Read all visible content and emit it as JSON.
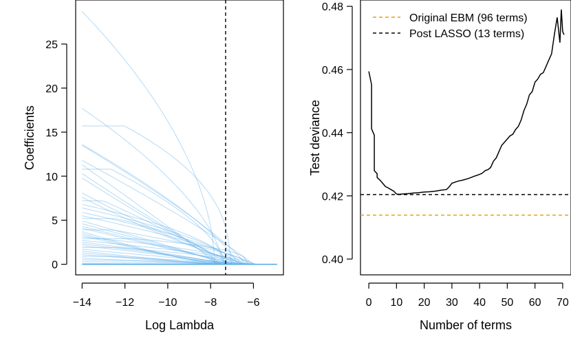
{
  "chart_data": [
    {
      "type": "line",
      "xlabel": "Log Lambda",
      "ylabel": "Coefficients",
      "xlim": [
        -14.3,
        -4.6
      ],
      "ylim": [
        -1.2,
        30
      ],
      "xticks": [
        -14,
        -12,
        -10,
        -8,
        -6
      ],
      "xtick_labels": [
        "−14",
        "−12",
        "−10",
        "−8",
        "−6"
      ],
      "yticks": [
        0,
        5,
        10,
        15,
        20,
        25
      ],
      "ytick_labels": [
        "0",
        "5",
        "10",
        "15",
        "20",
        "25"
      ],
      "vline_x": -7.3,
      "series_color": "#5aaee8",
      "x_range": [
        -14,
        -4.9
      ],
      "paths_start_values": [
        28.7,
        17.7,
        15.7,
        13.6,
        13.5,
        11.8,
        11.3,
        10.8,
        10.3,
        9.8,
        8.1,
        7.6,
        7.2,
        6.8,
        6.4,
        5.9,
        5.5,
        5.2,
        4.9,
        4.6,
        4.3,
        4.1,
        3.9,
        3.7,
        3.5,
        3.3,
        3.1,
        2.9,
        2.7,
        2.5,
        2.3,
        2.1,
        1.9,
        1.7,
        1.5,
        1.3,
        1.1,
        0.9,
        0.7,
        0.5,
        0.3,
        0.1
      ],
      "grid": false
    },
    {
      "type": "line",
      "xlabel": "Number of terms",
      "ylabel": "Test deviance",
      "xlim": [
        -3,
        73
      ],
      "ylim": [
        0.395,
        0.482
      ],
      "xticks": [
        0,
        10,
        20,
        30,
        40,
        50,
        60,
        70
      ],
      "xtick_labels": [
        "0",
        "10",
        "20",
        "30",
        "40",
        "50",
        "60",
        "70"
      ],
      "yticks": [
        0.4,
        0.42,
        0.44,
        0.46,
        0.48
      ],
      "ytick_labels": [
        "0.40",
        "0.42",
        "0.44",
        "0.46",
        "0.48"
      ],
      "series": [
        {
          "color": "#000000",
          "x": [
            0,
            1,
            1,
            2,
            2,
            3,
            3,
            4,
            5,
            6,
            7,
            8,
            9,
            10,
            11,
            12,
            14,
            16,
            18,
            20,
            22,
            24,
            26,
            28,
            29,
            30,
            32,
            34,
            36,
            38,
            40,
            41,
            42,
            43,
            44,
            45,
            46,
            47,
            48,
            49,
            50,
            51,
            52,
            53,
            54,
            55,
            56,
            57,
            58,
            59,
            60,
            61,
            62,
            63,
            64,
            65,
            66,
            67,
            68,
            69,
            69.5,
            70,
            70.5
          ],
          "y": [
            0.4594,
            0.4552,
            0.4412,
            0.4392,
            0.428,
            0.427,
            0.4258,
            0.425,
            0.424,
            0.423,
            0.4225,
            0.422,
            0.4215,
            0.4206,
            0.4205,
            0.4206,
            0.4207,
            0.4209,
            0.421,
            0.4212,
            0.4213,
            0.4215,
            0.4218,
            0.422,
            0.4228,
            0.424,
            0.4246,
            0.425,
            0.4255,
            0.4262,
            0.4268,
            0.4272,
            0.428,
            0.4283,
            0.429,
            0.431,
            0.432,
            0.434,
            0.436,
            0.437,
            0.438,
            0.439,
            0.4395,
            0.441,
            0.442,
            0.444,
            0.447,
            0.449,
            0.452,
            0.453,
            0.456,
            0.457,
            0.4585,
            0.459,
            0.461,
            0.463,
            0.465,
            0.471,
            0.4765,
            0.4685,
            0.479,
            0.472,
            0.471
          ]
        }
      ],
      "hlines": [
        {
          "name": "Original EBM (96 terms)",
          "y": 0.4139,
          "color": "#e69f00"
        },
        {
          "name": "Post LASSO (13 terms)",
          "y": 0.4204,
          "color": "#000000"
        }
      ],
      "legend_position": "top-left",
      "grid": false
    }
  ]
}
